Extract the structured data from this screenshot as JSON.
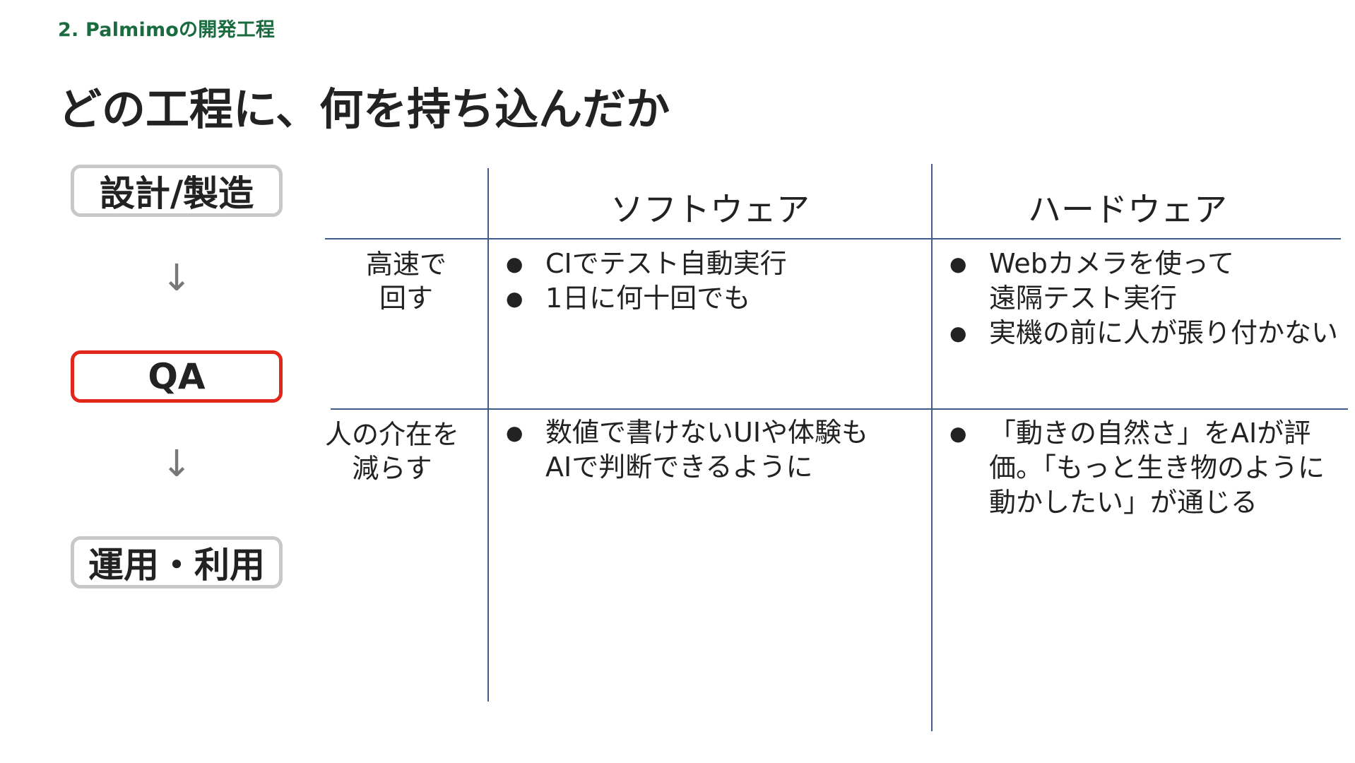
{
  "header": {
    "section": "2. Palmimoの開発工程",
    "title": "どの工程に、何を持ち込んだか"
  },
  "process": {
    "steps": [
      {
        "label": "設計/製造",
        "active": false
      },
      {
        "label": "QA",
        "active": true
      },
      {
        "label": "運用・利用",
        "active": false
      }
    ],
    "arrow": "↓",
    "active_color": "#e1261c",
    "inactive_color": "#c8c8c8"
  },
  "table": {
    "columns": [
      "ソフトウェア",
      "ハードウェア"
    ],
    "rows": [
      {
        "label_lines": [
          "高速で",
          "回す"
        ],
        "software": [
          [
            "CIでテスト自動実行"
          ],
          [
            "1日に何十回でも"
          ]
        ],
        "hardware": [
          [
            "Webカメラを使って",
            "遠隔テスト実行"
          ],
          [
            "実機の前に人が張り付かない"
          ]
        ]
      },
      {
        "label_lines": [
          "人の介在を",
          "減らす"
        ],
        "software": [
          [
            "数値で書けないUIや体験も",
            "AIで判断できるように"
          ]
        ],
        "hardware": [
          [
            "「動きの自然さ」をAIが評",
            "価。「もっと生き物のように",
            "動かしたい」が通じる"
          ]
        ]
      }
    ],
    "line_color": "#3f5d8a"
  },
  "colors": {
    "section_label": "#1a6b3f",
    "text": "#222222"
  }
}
